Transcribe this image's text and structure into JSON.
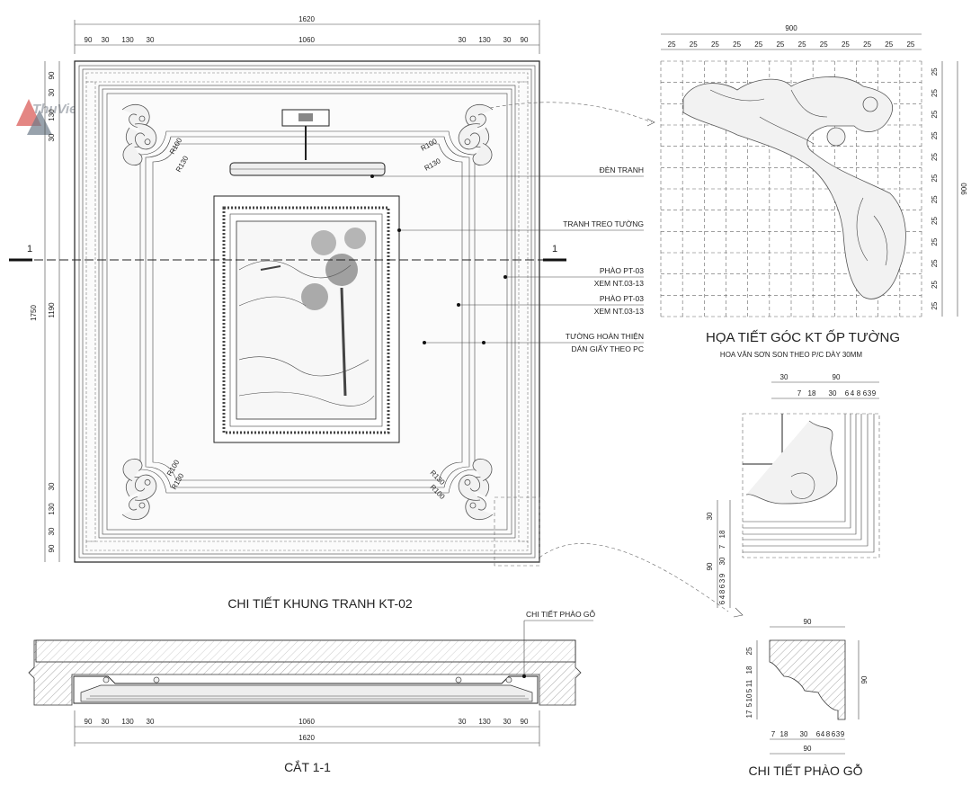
{
  "watermark": {
    "text": "ThuVienKienTruc.Net"
  },
  "main_frame": {
    "title": "CHI TIẾT KHUNG TRANH KT-02",
    "top_total": "1620",
    "top_segments": [
      "90",
      "30",
      "130",
      "30",
      "1060",
      "30",
      "130",
      "30",
      "90"
    ],
    "left_total": "1750",
    "left_inner": "1190",
    "left_top_segments": [
      "90",
      "30",
      "130",
      "30"
    ],
    "left_bottom_segments": [
      "30",
      "130",
      "30",
      "90"
    ],
    "radius_labels": [
      "R100",
      "R130"
    ],
    "section_mark": "1",
    "callouts": {
      "picture_light": "ĐÈN TRANH",
      "wall_painting": "TRANH TREO TƯỜNG",
      "molding_1_a": "PHÀO PT-03",
      "molding_1_b": "XEM NT.03-13",
      "molding_2_a": "PHÀO PT-03",
      "molding_2_b": "XEM NT.03-13",
      "wall_finish_a": "TƯỜNG HOÀN THIỆN",
      "wall_finish_b": "DÁN GIẤY THEO PC"
    }
  },
  "corner_detail": {
    "title": "HỌA TIẾT GÓC KT ỐP TƯỜNG",
    "note": "HOA VĂN SƠN SON THEO P/C DÀY 30MM",
    "top_total": "900",
    "right_total": "900",
    "grid_value": "25"
  },
  "corner_enlarged": {
    "top_a": "30",
    "top_b": "90",
    "top_segments": [
      "7",
      "18",
      "30",
      "6",
      "4",
      "8",
      "6",
      "3",
      "9"
    ],
    "left_segments": [
      "30",
      "18",
      "7",
      "30",
      "90",
      "9",
      "3",
      "6",
      "8",
      "4",
      "6"
    ]
  },
  "section": {
    "title": "CẮT 1-1",
    "callout": "CHI TIẾT PHÀO GỖ",
    "bottom_segments": [
      "90",
      "30",
      "130",
      "30",
      "1060",
      "30",
      "130",
      "30",
      "90"
    ],
    "bottom_total": "1620"
  },
  "molding_detail": {
    "title": "CHI TIẾT PHÀO GỖ",
    "top_total": "90",
    "right_total": "90",
    "left_segments": [
      "25",
      "18",
      "11",
      "5",
      "10",
      "5",
      "17"
    ],
    "bottom_segments": [
      "7",
      "18",
      "30",
      "6",
      "4",
      "8",
      "6",
      "3",
      "9"
    ],
    "bottom_total": "90"
  }
}
